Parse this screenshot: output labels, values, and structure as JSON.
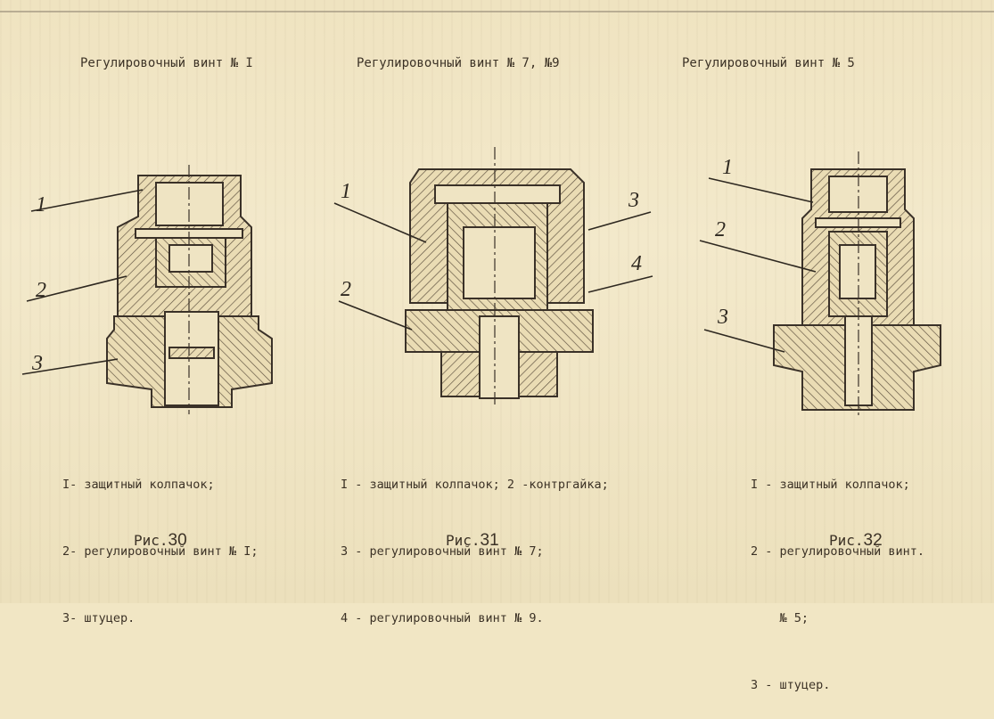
{
  "titles": [
    "Регулировочный винт № I",
    "Регулировочный винт  № 7, №9",
    "Регулировочный винт   № 5"
  ],
  "figures": [
    {
      "callouts": [
        "1",
        "2",
        "3"
      ],
      "legend": [
        "I- защитный колпачок;",
        "2- регулировочный винт № I;",
        "3- штуцер."
      ],
      "caption": {
        "prefix": "Рис.",
        "number": "30"
      }
    },
    {
      "callouts": [
        "1",
        "2",
        "3",
        "4"
      ],
      "legend": [
        "I - защитный колпачок; 2 -контргайка;",
        "3 - регулировочный винт № 7;",
        "4 - регулировочный винт № 9."
      ],
      "caption": {
        "prefix": "Рис.",
        "number": "31"
      }
    },
    {
      "callouts": [
        "1",
        "2",
        "3"
      ],
      "legend": [
        "I - защитный колпачок;",
        "2 - регулировочный винт.",
        "    № 5;",
        "3 - штуцер."
      ],
      "caption": {
        "prefix": "Рис.",
        "number": "32"
      }
    }
  ]
}
